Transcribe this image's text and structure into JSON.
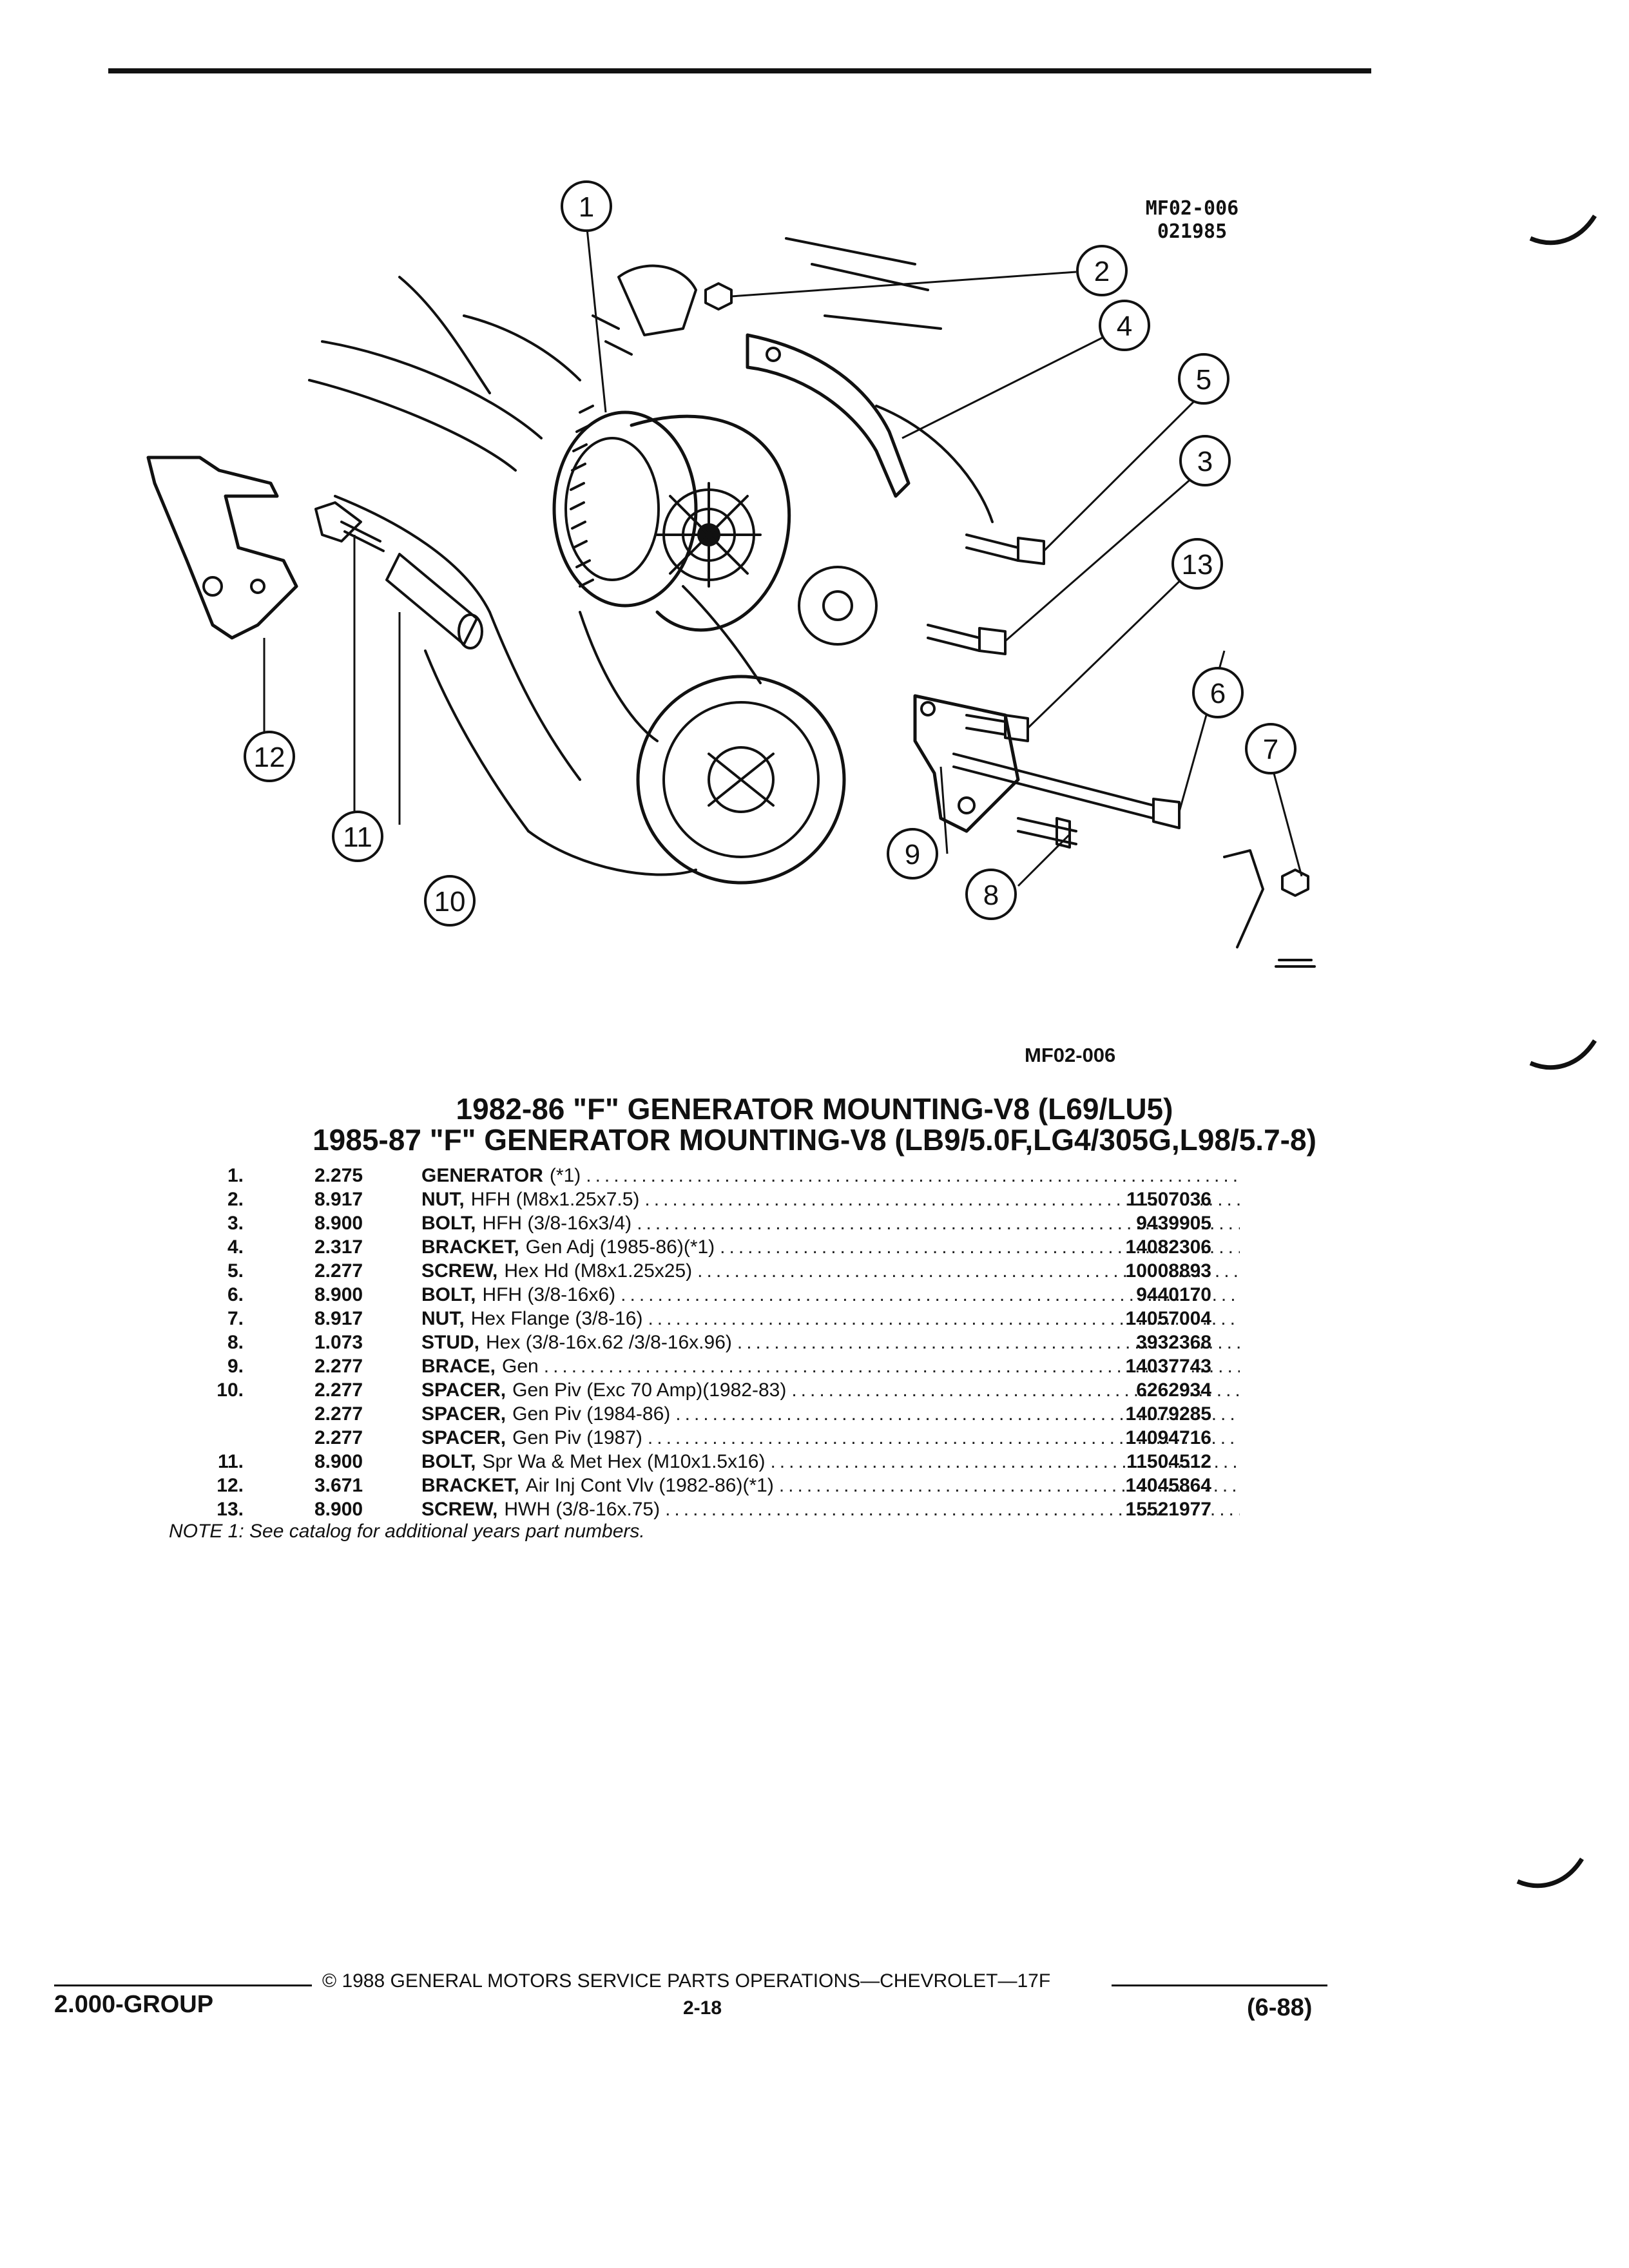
{
  "figure": {
    "id_line1": "MF02-006",
    "id_line2": "021985",
    "caption": "MF02-006",
    "callouts": [
      "1",
      "2",
      "3",
      "4",
      "5",
      "6",
      "7",
      "8",
      "9",
      "10",
      "11",
      "12",
      "13"
    ]
  },
  "titles": {
    "line1": "1982-86 \"F\" GENERATOR MOUNTING-V8 (L69/LU5)",
    "line2": "1985-87 \"F\" GENERATOR MOUNTING-V8 (LB9/5.0F,LG4/305G,L98/5.7-8)"
  },
  "parts": [
    {
      "num": "1.",
      "group": "2.275",
      "name": "GENERATOR",
      "detail": "(*1)",
      "part_no": ""
    },
    {
      "num": "2.",
      "group": "8.917",
      "name": "NUT,",
      "detail": "HFH (M8x1.25x7.5)",
      "part_no": "11507036"
    },
    {
      "num": "3.",
      "group": "8.900",
      "name": "BOLT,",
      "detail": "HFH (3/8-16x3/4)",
      "part_no": "9439905"
    },
    {
      "num": "4.",
      "group": "2.317",
      "name": "BRACKET,",
      "detail": "Gen Adj (1985-86)(*1)",
      "part_no": "14082306"
    },
    {
      "num": "5.",
      "group": "2.277",
      "name": "SCREW,",
      "detail": "Hex Hd (M8x1.25x25)",
      "part_no": "10008893"
    },
    {
      "num": "6.",
      "group": "8.900",
      "name": "BOLT,",
      "detail": "HFH (3/8-16x6)",
      "part_no": "9440170"
    },
    {
      "num": "7.",
      "group": "8.917",
      "name": "NUT,",
      "detail": "Hex Flange (3/8-16)",
      "part_no": "14057004"
    },
    {
      "num": "8.",
      "group": "1.073",
      "name": "STUD,",
      "detail": "Hex (3/8-16x.62 /3/8-16x.96)",
      "part_no": "3932368"
    },
    {
      "num": "9.",
      "group": "2.277",
      "name": "BRACE,",
      "detail": "Gen",
      "part_no": "14037743"
    },
    {
      "num": "10.",
      "group": "2.277",
      "name": "SPACER,",
      "detail": "Gen Piv (Exc 70 Amp)(1982-83)",
      "part_no": "6262934"
    },
    {
      "num": "",
      "group": "2.277",
      "name": "SPACER,",
      "detail": "Gen Piv (1984-86)",
      "part_no": "14079285"
    },
    {
      "num": "",
      "group": "2.277",
      "name": "SPACER,",
      "detail": "Gen Piv (1987)",
      "part_no": "14094716"
    },
    {
      "num": "11.",
      "group": "8.900",
      "name": "BOLT,",
      "detail": "Spr Wa & Met Hex (M10x1.5x16)",
      "part_no": "11504512"
    },
    {
      "num": "12.",
      "group": "3.671",
      "name": "BRACKET,",
      "detail": "Air Inj Cont Vlv (1982-86)(*1)",
      "part_no": "14045864"
    },
    {
      "num": "13.",
      "group": "8.900",
      "name": "SCREW,",
      "detail": "HWH (3/8-16x.75)",
      "part_no": "15521977"
    }
  ],
  "note": "NOTE 1: See catalog for additional years part numbers.",
  "footer": {
    "copyright": "© 1988 GENERAL MOTORS SERVICE PARTS OPERATIONS—CHEVROLET—17F",
    "group": "2.000-GROUP",
    "page": "2-18",
    "date": "(6-88)"
  }
}
